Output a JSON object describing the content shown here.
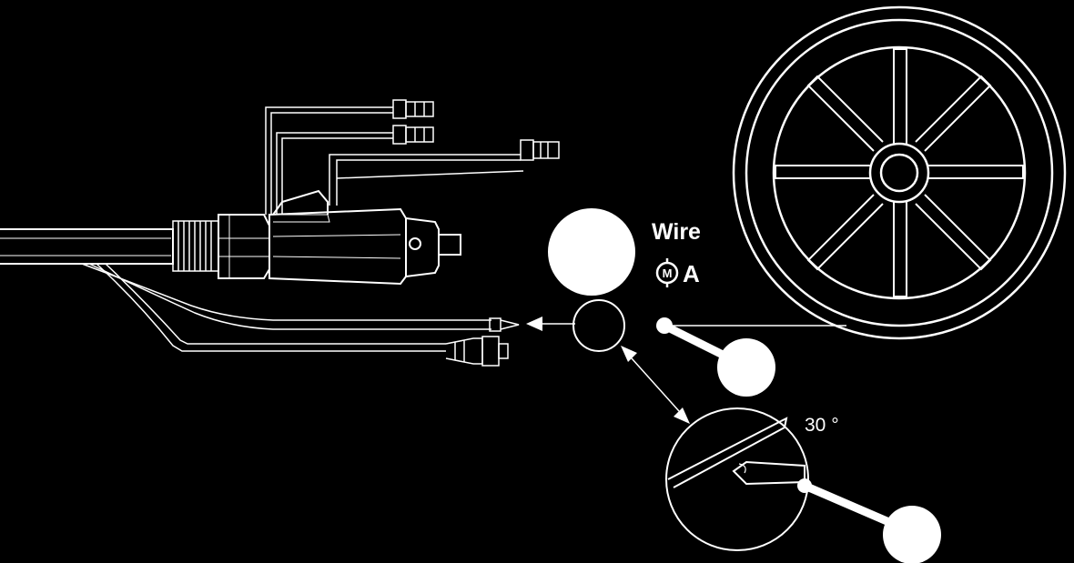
{
  "labels": {
    "wire": "Wire",
    "motor_symbol": "M",
    "current_symbol": "A",
    "angle": "30 °"
  },
  "colors": {
    "background": "#000000",
    "line": "#ffffff"
  },
  "icons": {
    "motor": "motor-icon",
    "reel": "wire-reel-icon",
    "torch": "mig-torch-icon",
    "feed_arrow": "arrow-left-icon"
  }
}
